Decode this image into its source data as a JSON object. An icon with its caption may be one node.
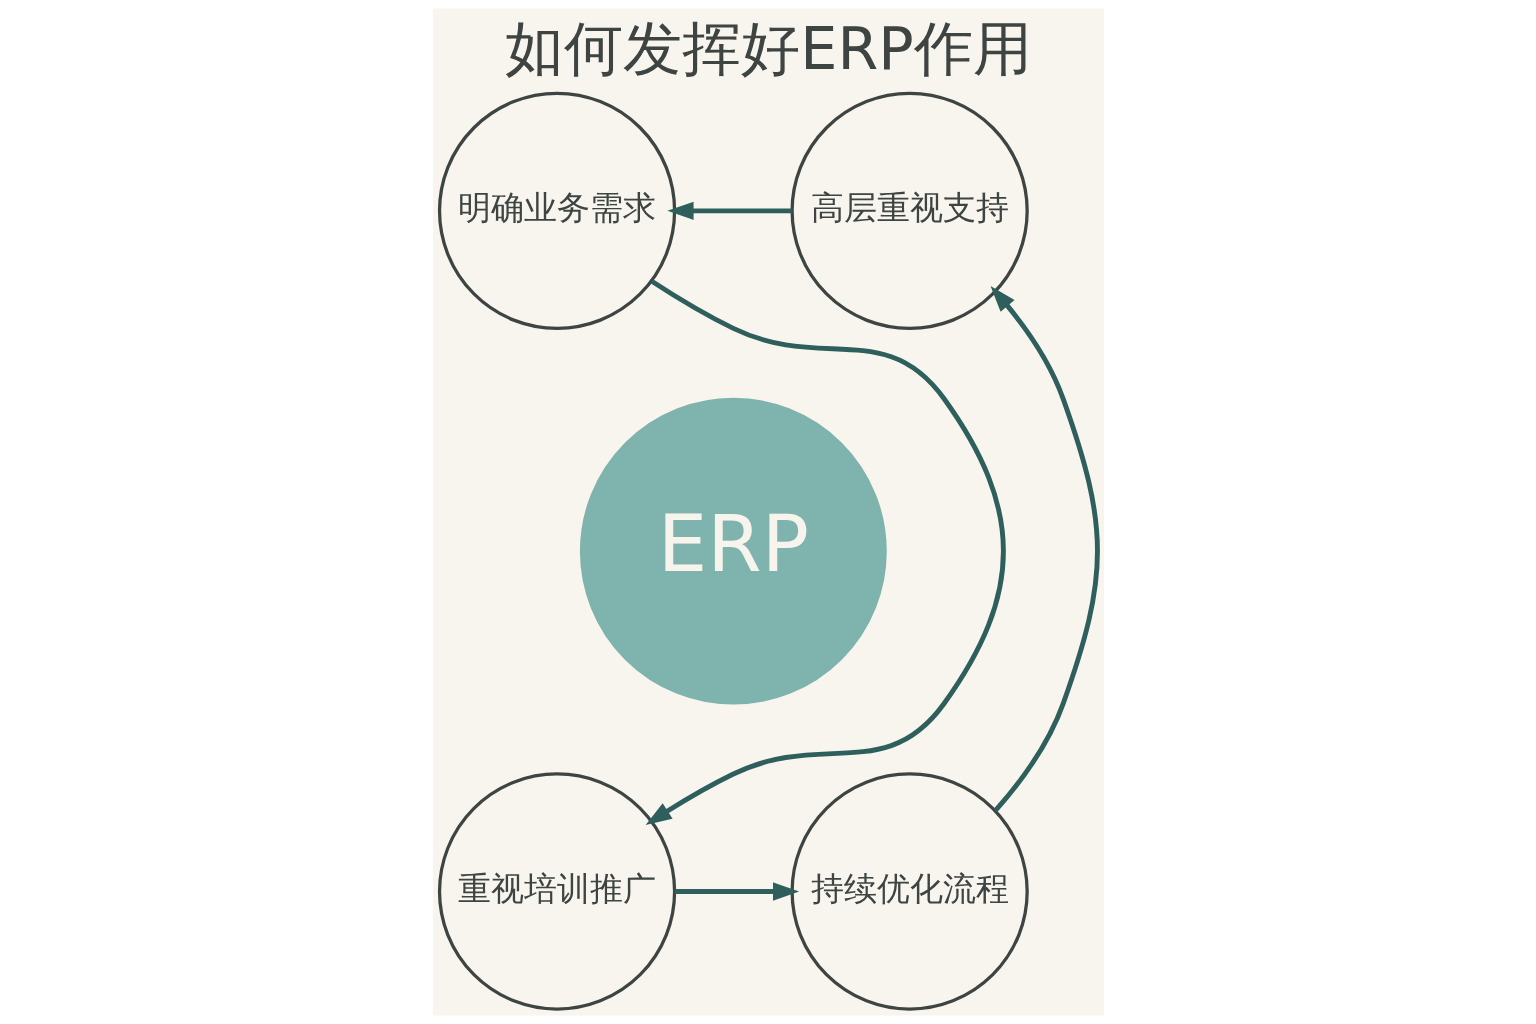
{
  "diagram": {
    "title": "如何发挥好ERP作用",
    "nodes": [
      {
        "text": [
          "ERP"
        ]
      },
      {
        "text": [
          "高层重视支持"
        ]
      },
      {
        "text": [
          "明确业务需求"
        ]
      },
      {
        "text": [
          "重视培训推广"
        ]
      },
      {
        "text": [
          "持续优化流程"
        ]
      }
    ],
    "edges": [
      {
        "from": 1,
        "to": 2,
        "arrow": "to"
      },
      {
        "from": 2,
        "to": 3,
        "arrow": "to"
      },
      {
        "from": 3,
        "to": 4,
        "arrow": "to"
      },
      {
        "from": 4,
        "to": 1,
        "arrow": "to"
      }
    ]
  }
}
